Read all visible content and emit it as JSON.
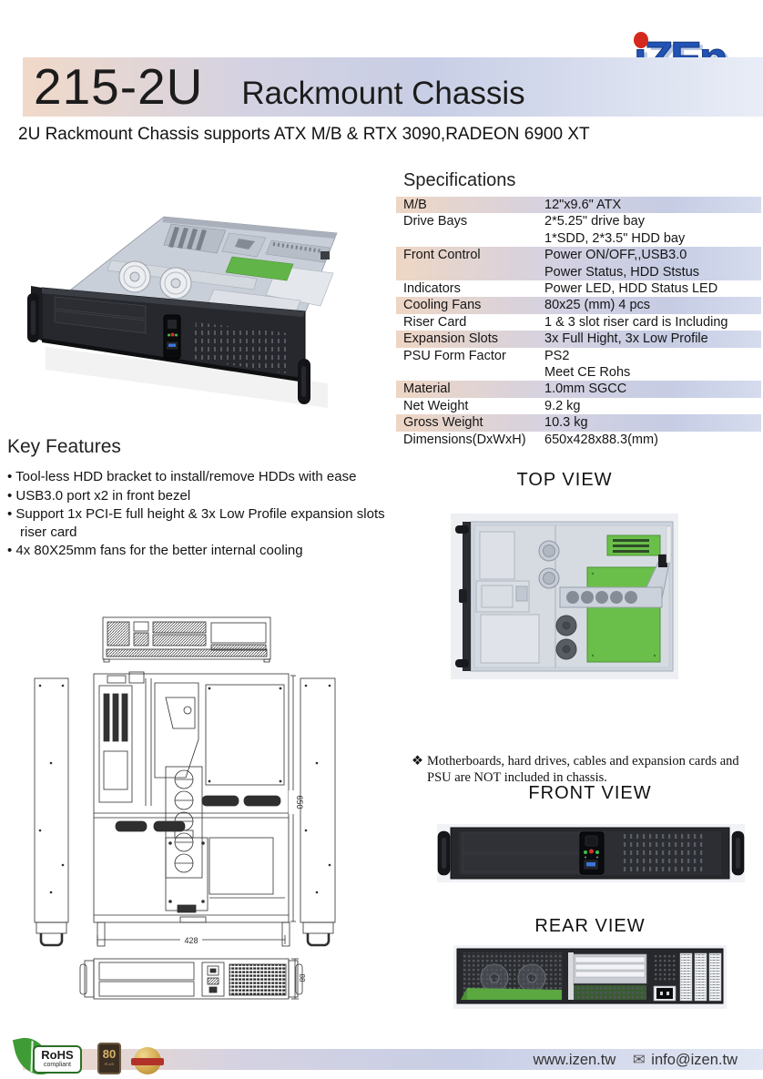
{
  "brand": {
    "name": "iZEN",
    "glyphs": "ıZEn"
  },
  "header": {
    "model": "215-2U",
    "product": "Rackmount Chassis",
    "tagline": "2U Rackmount Chassis supports ATX M/B & RTX 3090,RADEON 6900 XT"
  },
  "specifications": {
    "title": "Specifications",
    "rows": [
      {
        "label": "M/B",
        "value": [
          "12\"x9.6\" ATX"
        ],
        "shaded": true
      },
      {
        "label": "Drive Bays",
        "value": [
          "2*5.25\" drive bay",
          "1*SDD, 2*3.5\" HDD bay"
        ],
        "shaded": false
      },
      {
        "label": "Front Control",
        "value": [
          "Power ON/OFF,,USB3.0",
          "Power Status, HDD Ststus"
        ],
        "shaded": true
      },
      {
        "label": "Indicators",
        "value": [
          "Power LED, HDD Status LED"
        ],
        "shaded": false
      },
      {
        "label": "Cooling Fans",
        "value": [
          "80x25 (mm) 4 pcs"
        ],
        "shaded": true
      },
      {
        "label": "Riser Card",
        "value": [
          "1 & 3 slot riser card is Including"
        ],
        "shaded": false
      },
      {
        "label": "Expansion Slots",
        "value": [
          "3x Full Hight, 3x Low Profile"
        ],
        "shaded": true
      },
      {
        "label": "PSU Form Factor",
        "value": [
          "PS2",
          "Meet CE Rohs"
        ],
        "shaded": false
      },
      {
        "label": "Material",
        "value": [
          "1.0mm SGCC"
        ],
        "shaded": true
      },
      {
        "label": "Net Weight",
        "value": [
          "9.2 kg"
        ],
        "shaded": false
      },
      {
        "label": "Gross Weight",
        "value": [
          "10.3 kg"
        ],
        "shaded": true
      },
      {
        "label": "Dimensions(DxWxH)",
        "value": [
          "650x428x88.3(mm)"
        ],
        "shaded": false
      }
    ]
  },
  "key_features": {
    "title": "Key Features",
    "bullet": "•",
    "items": [
      "Tool-less HDD bracket to install/remove HDDs with ease",
      "USB3.0 port x2 in front bezel",
      "Support 1x PCI-E full height & 3x Low Profile expansion slots riser card",
      "4x 80X25mm fans for the better internal cooling"
    ]
  },
  "views": {
    "top_label": "TOP VIEW",
    "front_label": "FRONT VIEW",
    "rear_label": "REAR VIEW"
  },
  "note": {
    "marker": "❖",
    "text": "Motherboards, hard drives, cables and expansion cards and PSU are NOT included in chassis."
  },
  "drawings": {
    "depth_mm": "650",
    "width_mm": "428",
    "height_mm": "88"
  },
  "footer": {
    "website": "www.izen.tw",
    "email_icon": "✉",
    "email": "info@izen.tw",
    "rohs": "RoHS",
    "rohs_sub": "compliant",
    "badge_80": "80",
    "badge_80_sub": "PLUS"
  },
  "colors": {
    "accent_blue": "#2053b4",
    "logo_red": "#d5291d",
    "gradient_left": "#f1d9c8",
    "gradient_right": "#c8cee5",
    "pcb_green": "#6abf4b"
  }
}
